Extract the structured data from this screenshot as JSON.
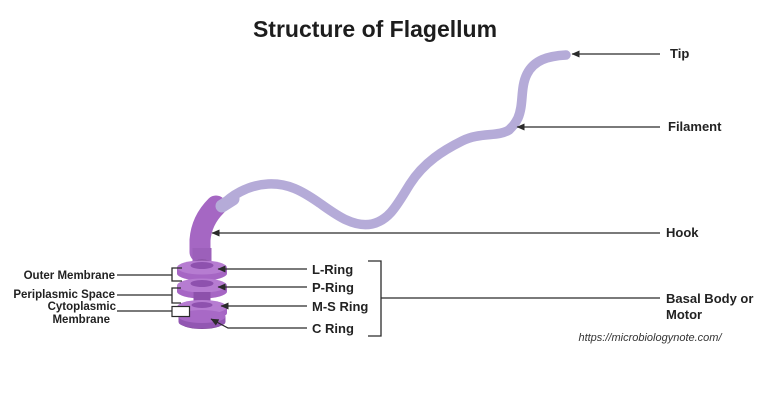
{
  "title": "Structure of Flagellum",
  "source_url": "https://microbiologynote.com/",
  "labels": {
    "tip": "Tip",
    "filament": "Filament",
    "hook": "Hook",
    "basal_body_line1": "Basal Body or",
    "basal_body_line2": "Motor",
    "l_ring": "L-Ring",
    "p_ring": "P-Ring",
    "ms_ring": "M-S Ring",
    "c_ring": "C Ring",
    "outer_membrane": "Outer Membrane",
    "periplasmic_space": "Periplasmic Space",
    "cytoplasmic_membrane_line1": "Cytoplasmic",
    "cytoplasmic_membrane_line2": "Membrane"
  },
  "colors": {
    "background": "#ffffff",
    "filament": "#b5abd8",
    "hook": "#a567c3",
    "ring_top": "#b67cd1",
    "ring_body": "#a666c4",
    "ring_shadow": "#7d4795",
    "rod": "#8d51ab",
    "leader_line": "#2b2b2b",
    "text": "#222222"
  }
}
